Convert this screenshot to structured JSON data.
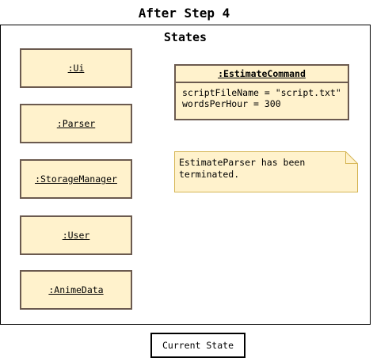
{
  "title": "After Step 4",
  "frame": {
    "label": "States",
    "objects": [
      {
        "label": ":Ui"
      },
      {
        "label": ":Parser"
      },
      {
        "label": ":StorageManager"
      },
      {
        "label": ":User"
      },
      {
        "label": ":AnimeData"
      }
    ],
    "estimate_command": {
      "name": ":EstimateCommand",
      "attributes": [
        "scriptFileName = \"script.txt\"",
        "wordsPerHour = 300"
      ]
    },
    "note": {
      "lines": [
        "EstimateParser has been",
        "terminated."
      ]
    }
  },
  "legend": {
    "label": "Current State"
  },
  "colors": {
    "object_fill": "#fff2cc",
    "object_border": "#6b5a4f",
    "note_fill": "#fff2cc",
    "note_border": "#d6b656"
  }
}
